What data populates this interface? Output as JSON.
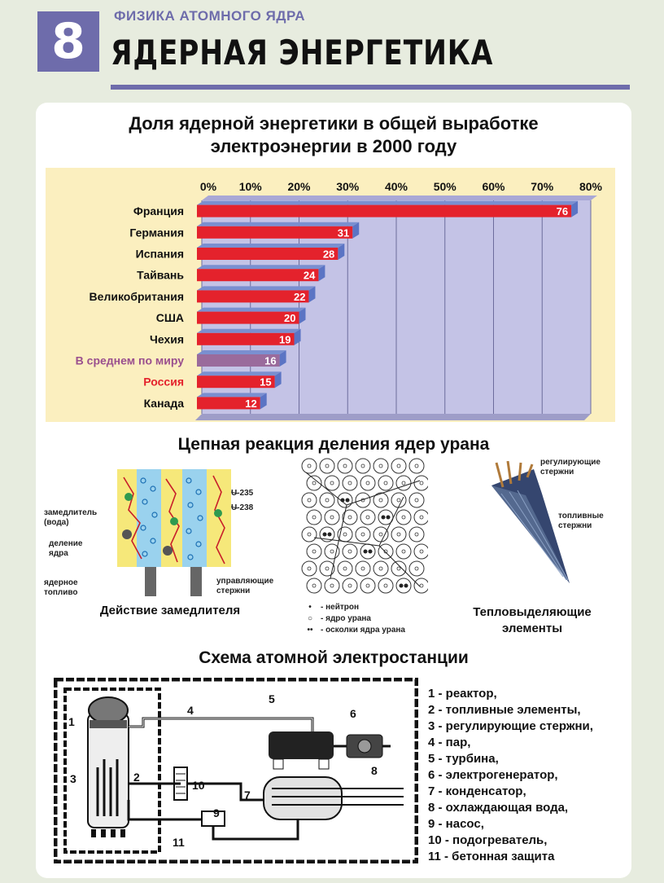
{
  "header": {
    "number": "8",
    "subtitle": "ФИЗИКА АТОМНОГО ЯДРА",
    "title": "ЯДЕРНАЯ ЭНЕРГЕТИКА",
    "accent_color": "#6e6cab"
  },
  "chart_title_line1": "Доля ядерной энергетики в общей выработке",
  "chart_title_line2": "электроэнергии в 2000 году",
  "chart_data": {
    "type": "bar",
    "orientation": "horizontal",
    "title": "Доля ядерной энергетики в общей выработке электроэнергии в 2000 году",
    "categories": [
      "Франция",
      "Германия",
      "Испания",
      "Тайвань",
      "Великобритания",
      "США",
      "Чехия",
      "В среднем по миру",
      "Россия",
      "Канада"
    ],
    "values": [
      76,
      31,
      28,
      24,
      22,
      20,
      19,
      16,
      15,
      12
    ],
    "xlim": [
      0,
      80
    ],
    "x_ticks": [
      "0%",
      "10%",
      "20%",
      "30%",
      "40%",
      "50%",
      "60%",
      "70%",
      "80%"
    ],
    "grid": true,
    "bar_color": "#e4222c",
    "highlight_bar_color": "#9a6b9c",
    "highlight_label_colors": {
      "В среднем по миру": "#9a4f8e",
      "Россия": "#e4222c"
    },
    "background": "#fbefbf",
    "plot_background": "#c4c3e6"
  },
  "reaction": {
    "title": "Цепная реакция деления ядер урана",
    "moderator": {
      "caption": "Действие замедлителя",
      "labels": {
        "moderator": "замедлитель\n(вода)",
        "fission": "деление\nядра",
        "fuel": "ядерное\nтопливо",
        "u235": "U-235",
        "u238": "U-238",
        "control": "управляющие\nстержни"
      }
    },
    "lattice_legend": [
      {
        "symbol": "•",
        "text": "- нейтрон"
      },
      {
        "symbol": "○",
        "text": "- ядро урана"
      },
      {
        "symbol": "••",
        "text": "- осколки ядра урана"
      }
    ],
    "fuel_elements": {
      "caption": "Тепловыделяющие\nэлементы",
      "label_rods": "регулирующие\nстержни",
      "label_fuel": "топливные\nстержни"
    }
  },
  "scheme": {
    "title": "Схема атомной электростанции",
    "numbers": [
      "1",
      "2",
      "3",
      "4",
      "5",
      "6",
      "7",
      "8",
      "9",
      "10",
      "11"
    ],
    "legend": [
      "1 - реактор,",
      "2 - топливные элементы,",
      "3 - регулирующие стержни,",
      "4 - пар,",
      "5 - турбина,",
      "6 - электрогенератор,",
      "7 - конденсатор,",
      "8 - охлаждающая вода,",
      "9 - насос,",
      "10 - подогреватель,",
      "11 - бетонная защита"
    ]
  }
}
